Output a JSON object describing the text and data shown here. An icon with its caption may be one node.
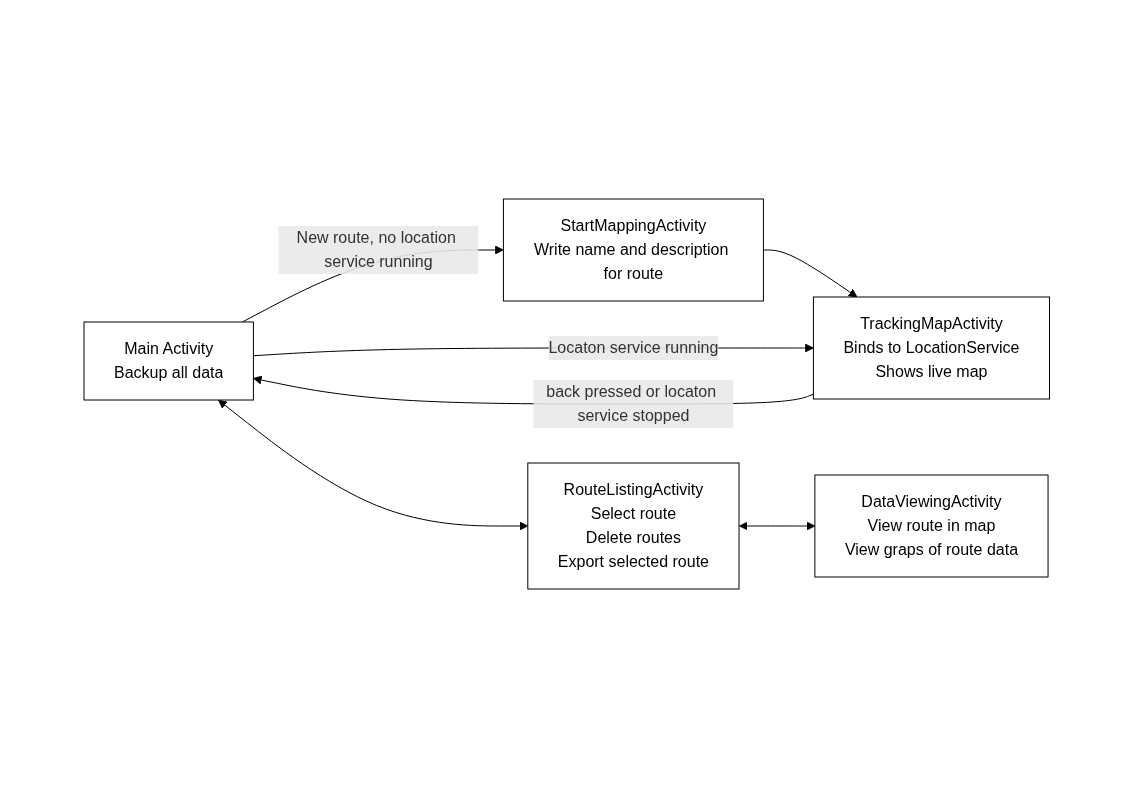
{
  "diagram": {
    "nodes": [
      {
        "text": [
          "Main Activity",
          "Backup all data"
        ]
      },
      {
        "text": [
          "StartMappingActivity",
          "Write name and description for route"
        ]
      },
      {
        "text": [
          "TrackingMapActivity",
          "Binds to LocationService",
          "Shows live map"
        ]
      },
      {
        "text": [
          "RouteListingActivity",
          "Select route",
          "Delete routes",
          "Export selected route"
        ]
      },
      {
        "text": [
          "DataViewingActivity",
          "View route in map",
          "View graps of route data"
        ]
      }
    ],
    "edges": [
      {
        "from": 0,
        "to": 1,
        "arrow": "to",
        "label": "New route, no location service running"
      },
      {
        "from": 1,
        "to": 2,
        "arrow": "to"
      },
      {
        "from": 2,
        "to": 0,
        "arrow": "to",
        "label": "back pressed or locaton service stopped"
      },
      {
        "from": 0,
        "to": 2,
        "arrow": "to",
        "label": "Locaton service running"
      },
      {
        "from": 0,
        "to": 3,
        "arrow": "both"
      },
      {
        "from": 3,
        "to": 4,
        "arrow": "both"
      }
    ]
  }
}
